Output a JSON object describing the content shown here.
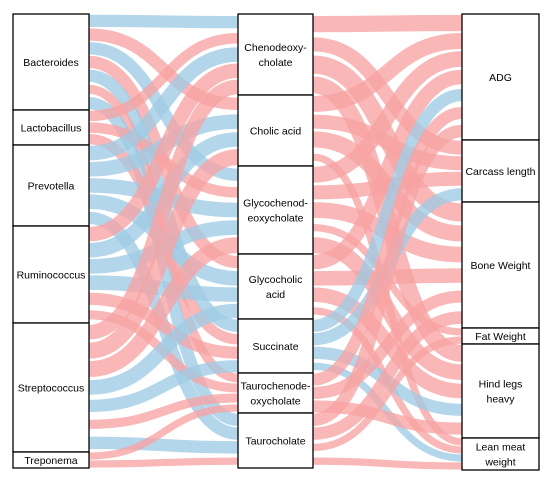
{
  "colors": {
    "positive": "#f7a3a3",
    "negative": "#9fcbe4",
    "box_stroke": "#000000",
    "text": "#000000"
  },
  "columns": [
    {
      "id": "bacteria",
      "nodes": [
        {
          "id": "bacteroides",
          "label": [
            "Bacteroides"
          ]
        },
        {
          "id": "lactobacillus",
          "label": [
            "Lactobacillus"
          ]
        },
        {
          "id": "prevotella",
          "label": [
            "Prevotella"
          ]
        },
        {
          "id": "ruminococcus",
          "label": [
            "Ruminococcus"
          ]
        },
        {
          "id": "streptococcus",
          "label": [
            "Streptococcus"
          ]
        },
        {
          "id": "treponema",
          "label": [
            "Treponema"
          ]
        }
      ]
    },
    {
      "id": "metabolites",
      "nodes": [
        {
          "id": "chenodeoxycholate",
          "label": [
            "Chenodeoxy-",
            "cholate"
          ]
        },
        {
          "id": "cholic-acid",
          "label": [
            "Cholic acid"
          ]
        },
        {
          "id": "glycochenodeoxycholate",
          "label": [
            "Glycochenod-",
            "eoxycholate"
          ]
        },
        {
          "id": "glycocholic-acid",
          "label": [
            "Glycocholic",
            "acid"
          ]
        },
        {
          "id": "succinate",
          "label": [
            "Succinate"
          ]
        },
        {
          "id": "taurochenodeoxycholate",
          "label": [
            "Taurochenode-",
            "oxycholate"
          ]
        },
        {
          "id": "taurocholate",
          "label": [
            "Taurocholate"
          ]
        }
      ]
    },
    {
      "id": "traits",
      "nodes": [
        {
          "id": "adg",
          "label": [
            "ADG"
          ]
        },
        {
          "id": "carcass-length",
          "label": [
            "Carcass length"
          ]
        },
        {
          "id": "bone-weight",
          "label": [
            "Bone Weight"
          ]
        },
        {
          "id": "fat-weight",
          "label": [
            "Fat Weight"
          ]
        },
        {
          "id": "hind-legs-heavy",
          "label": [
            "Hind legs",
            "heavy"
          ]
        },
        {
          "id": "lean-meat-weight",
          "label": [
            "Lean meat",
            "weight"
          ]
        }
      ]
    }
  ],
  "links_left": [
    {
      "from": "bacteroides",
      "to": "chenodeoxycholate",
      "sign": "negative"
    },
    {
      "from": "bacteroides",
      "to": "cholic-acid",
      "sign": "positive"
    },
    {
      "from": "bacteroides",
      "to": "glycochenodeoxycholate",
      "sign": "negative"
    },
    {
      "from": "bacteroides",
      "to": "glycocholic-acid",
      "sign": "positive"
    },
    {
      "from": "bacteroides",
      "to": "succinate",
      "sign": "negative"
    },
    {
      "from": "bacteroides",
      "to": "taurochenodeoxycholate",
      "sign": "positive"
    },
    {
      "from": "bacteroides",
      "to": "taurocholate",
      "sign": "negative"
    },
    {
      "from": "lactobacillus",
      "to": "chenodeoxycholate",
      "sign": "positive"
    },
    {
      "from": "lactobacillus",
      "to": "glycochenodeoxycholate",
      "sign": "positive"
    },
    {
      "from": "lactobacillus",
      "to": "succinate",
      "sign": "positive"
    },
    {
      "from": "prevotella",
      "to": "chenodeoxycholate",
      "sign": "negative"
    },
    {
      "from": "prevotella",
      "to": "cholic-acid",
      "sign": "negative"
    },
    {
      "from": "prevotella",
      "to": "glycochenodeoxycholate",
      "sign": "negative"
    },
    {
      "from": "prevotella",
      "to": "glycocholic-acid",
      "sign": "negative"
    },
    {
      "from": "prevotella",
      "to": "taurocholate",
      "sign": "negative"
    },
    {
      "from": "ruminococcus",
      "to": "chenodeoxycholate",
      "sign": "positive"
    },
    {
      "from": "ruminococcus",
      "to": "cholic-acid",
      "sign": "negative"
    },
    {
      "from": "ruminococcus",
      "to": "glycochenodeoxycholate",
      "sign": "negative"
    },
    {
      "from": "ruminococcus",
      "to": "glycocholic-acid",
      "sign": "negative"
    },
    {
      "from": "ruminococcus",
      "to": "succinate",
      "sign": "positive"
    },
    {
      "from": "ruminococcus",
      "to": "taurochenodeoxycholate",
      "sign": "positive"
    },
    {
      "from": "streptococcus",
      "to": "chenodeoxycholate",
      "sign": "positive"
    },
    {
      "from": "streptococcus",
      "to": "cholic-acid",
      "sign": "positive"
    },
    {
      "from": "streptococcus",
      "to": "glycochenodeoxycholate",
      "sign": "positive"
    },
    {
      "from": "streptococcus",
      "to": "glycocholic-acid",
      "sign": "negative"
    },
    {
      "from": "streptococcus",
      "to": "succinate",
      "sign": "negative"
    },
    {
      "from": "streptococcus",
      "to": "taurochenodeoxycholate",
      "sign": "positive"
    },
    {
      "from": "streptococcus",
      "to": "taurocholate",
      "sign": "negative"
    },
    {
      "from": "treponema",
      "to": "taurochenodeoxycholate",
      "sign": "positive"
    },
    {
      "from": "treponema",
      "to": "taurocholate",
      "sign": "positive"
    }
  ],
  "links_right": [
    {
      "from": "chenodeoxycholate",
      "to": "adg",
      "sign": "positive"
    },
    {
      "from": "chenodeoxycholate",
      "to": "carcass-length",
      "sign": "positive"
    },
    {
      "from": "chenodeoxycholate",
      "to": "bone-weight",
      "sign": "positive"
    },
    {
      "from": "chenodeoxycholate",
      "to": "hind-legs-heavy",
      "sign": "positive"
    },
    {
      "from": "cholic-acid",
      "to": "adg",
      "sign": "positive"
    },
    {
      "from": "cholic-acid",
      "to": "carcass-length",
      "sign": "positive"
    },
    {
      "from": "cholic-acid",
      "to": "bone-weight",
      "sign": "positive"
    },
    {
      "from": "cholic-acid",
      "to": "lean-meat-weight",
      "sign": "positive"
    },
    {
      "from": "glycochenodeoxycholate",
      "to": "adg",
      "sign": "positive"
    },
    {
      "from": "glycochenodeoxycholate",
      "to": "carcass-length",
      "sign": "positive"
    },
    {
      "from": "glycochenodeoxycholate",
      "to": "bone-weight",
      "sign": "positive"
    },
    {
      "from": "glycochenodeoxycholate",
      "to": "fat-weight",
      "sign": "positive"
    },
    {
      "from": "glycochenodeoxycholate",
      "to": "hind-legs-heavy",
      "sign": "positive"
    },
    {
      "from": "glycocholic-acid",
      "to": "adg",
      "sign": "positive"
    },
    {
      "from": "glycocholic-acid",
      "to": "bone-weight",
      "sign": "positive"
    },
    {
      "from": "glycocholic-acid",
      "to": "hind-legs-heavy",
      "sign": "positive"
    },
    {
      "from": "glycocholic-acid",
      "to": "lean-meat-weight",
      "sign": "positive"
    },
    {
      "from": "succinate",
      "to": "adg",
      "sign": "negative"
    },
    {
      "from": "succinate",
      "to": "carcass-length",
      "sign": "negative"
    },
    {
      "from": "succinate",
      "to": "hind-legs-heavy",
      "sign": "negative"
    },
    {
      "from": "succinate",
      "to": "lean-meat-weight",
      "sign": "negative"
    },
    {
      "from": "taurochenodeoxycholate",
      "to": "adg",
      "sign": "positive"
    },
    {
      "from": "taurochenodeoxycholate",
      "to": "bone-weight",
      "sign": "positive"
    },
    {
      "from": "taurochenodeoxycholate",
      "to": "hind-legs-heavy",
      "sign": "positive"
    },
    {
      "from": "taurocholate",
      "to": "adg",
      "sign": "positive"
    },
    {
      "from": "taurocholate",
      "to": "bone-weight",
      "sign": "positive"
    },
    {
      "from": "taurocholate",
      "to": "fat-weight",
      "sign": "positive"
    },
    {
      "from": "taurocholate",
      "to": "lean-meat-weight",
      "sign": "positive"
    }
  ]
}
